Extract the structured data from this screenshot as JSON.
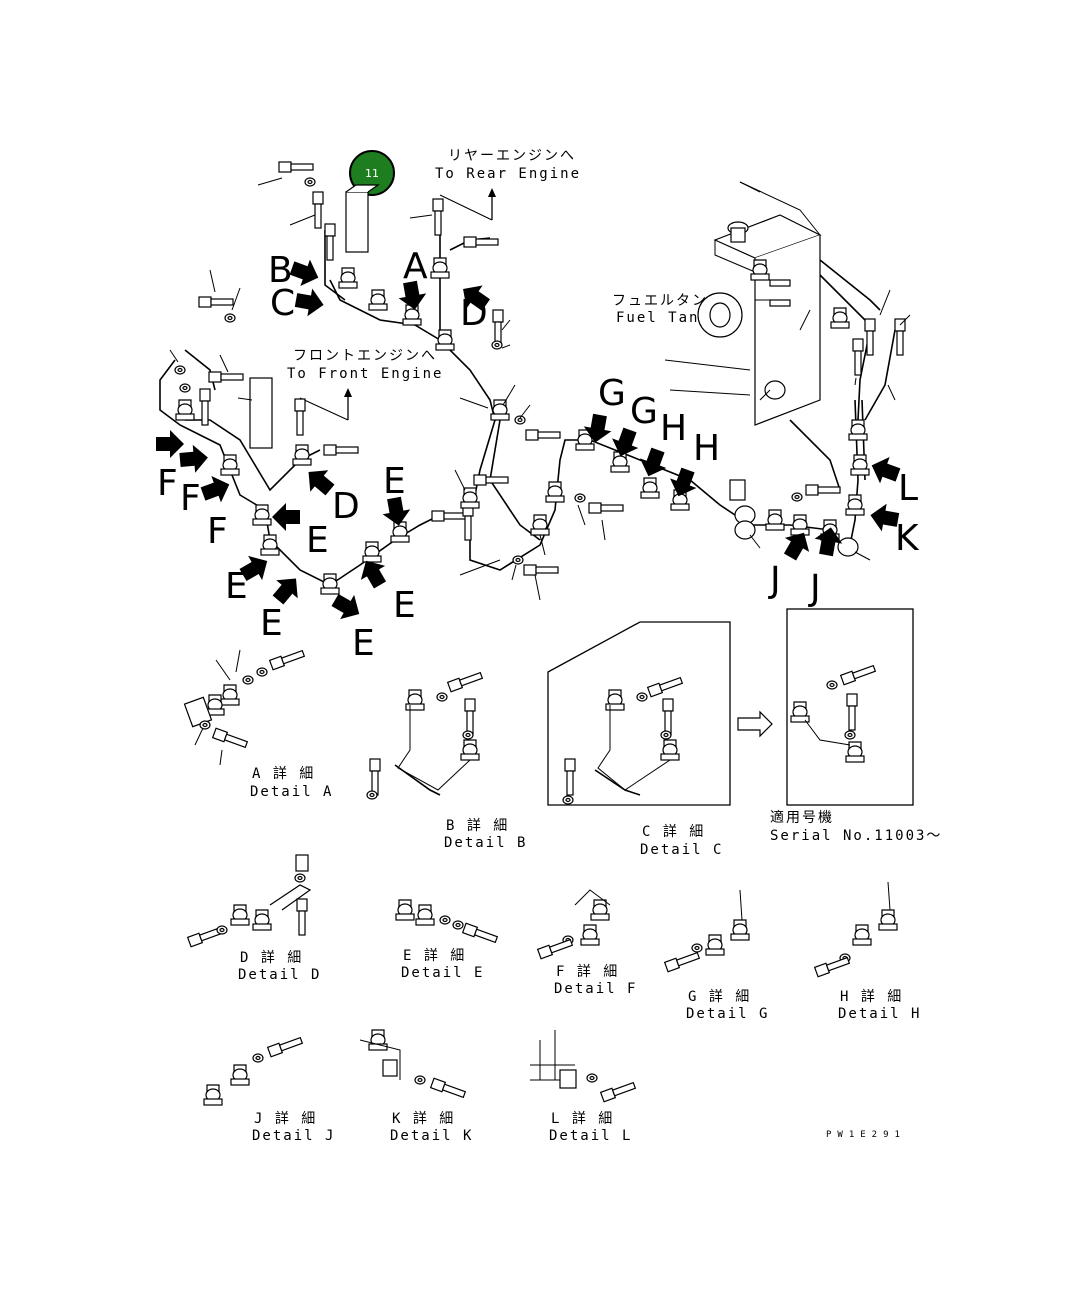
{
  "badge": {
    "number": "11",
    "color": "#1e7d1e"
  },
  "labels": {
    "rear_engine_jp": "リヤーエンジンへ",
    "rear_engine_en": "To Rear Engine",
    "front_engine_jp": "フロントエンジンへ",
    "front_engine_en": "To Front Engine",
    "fuel_tank_jp": "フュエルタンク",
    "fuel_tank_en": "Fuel Tank",
    "serial_jp": "適用号機",
    "serial_en": "Serial No.11003～",
    "drawing_ref": "PW1E291"
  },
  "callouts": {
    "A": "A",
    "B": "B",
    "C": "C",
    "D": "D",
    "E": "E",
    "F": "F",
    "G": "G",
    "H": "H",
    "J": "J",
    "K": "K",
    "L": "L"
  },
  "details": [
    {
      "id": "A",
      "jp": "A 詳 細",
      "en": "Detail A"
    },
    {
      "id": "B",
      "jp": "B 詳 細",
      "en": "Detail B"
    },
    {
      "id": "C",
      "jp": "C 詳 細",
      "en": "Detail C"
    },
    {
      "id": "D",
      "jp": "D 詳 細",
      "en": "Detail D"
    },
    {
      "id": "E",
      "jp": "E 詳 細",
      "en": "Detail E"
    },
    {
      "id": "F",
      "jp": "F 詳 細",
      "en": "Detail F"
    },
    {
      "id": "G",
      "jp": "G 詳 細",
      "en": "Detail G"
    },
    {
      "id": "H",
      "jp": "H 詳 細",
      "en": "Detail H"
    },
    {
      "id": "J",
      "jp": "J 詳 細",
      "en": "Detail J"
    },
    {
      "id": "K",
      "jp": "K 詳 細",
      "en": "Detail K"
    },
    {
      "id": "L",
      "jp": "L 詳 細",
      "en": "Detail L"
    }
  ]
}
